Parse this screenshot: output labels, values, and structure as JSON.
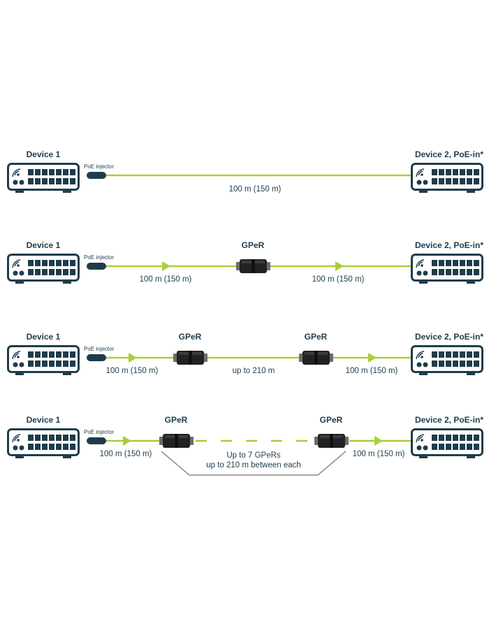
{
  "colors": {
    "cable": "#a8cf3a",
    "device": "#1f3c4b",
    "text": "#1f3c4b",
    "bracket": "#8c8c8c"
  },
  "icons": {
    "device": "network-switch-icon",
    "repeater": "gper-repeater-icon",
    "injector": "poe-injector-icon",
    "arrow": "direction-arrow-icon"
  },
  "rows": [
    {
      "device1": "Device 1",
      "device2": "Device 2, PoE-in*",
      "injector": "PoE injector",
      "distances": [
        "100 m (150 m)"
      ],
      "gpers": []
    },
    {
      "device1": "Device 1",
      "device2": "Device 2, PoE-in*",
      "injector": "PoE injector",
      "distances": [
        "100 m (150 m)",
        "100 m (150 m)"
      ],
      "gpers": [
        "GPeR"
      ]
    },
    {
      "device1": "Device 1",
      "device2": "Device 2, PoE-in*",
      "injector": "PoE injector",
      "distances": [
        "100 m (150 m)",
        "up to 210 m",
        "100 m (150 m)"
      ],
      "gpers": [
        "GPeR",
        "GPeR"
      ]
    },
    {
      "device1": "Device 1",
      "device2": "Device 2, PoE-in*",
      "injector": "PoE injector",
      "distances": [
        "100 m (150 m)",
        "100 m (150 m)"
      ],
      "gpers": [
        "GPeR",
        "GPeR"
      ],
      "note": [
        "Up to 7 GPeRs",
        "up to 210 m between each"
      ]
    }
  ]
}
